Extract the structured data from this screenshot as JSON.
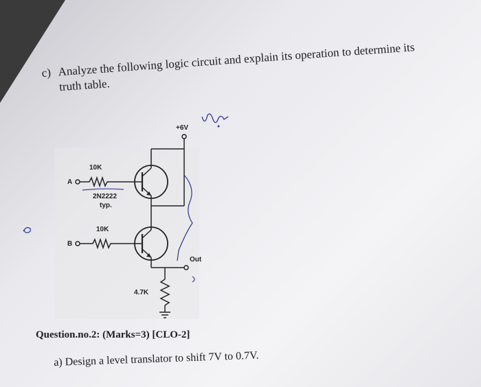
{
  "question_c": {
    "marker": "c)",
    "text_line1": "Analyze the following logic circuit and explain its operation to determine its",
    "text_line2": "truth table."
  },
  "circuit": {
    "supply_label": "+6V",
    "input_a": "A",
    "input_b": "B",
    "r_a": "10K",
    "r_b": "10K",
    "transistor_part": "2N2222",
    "transistor_note": "typ.",
    "output_label": "Out",
    "r_load": "4.7K"
  },
  "question2": {
    "heading": "Question.no.2: (Marks=3) [CLO-2]",
    "part_a": "a)  Design a level translator to shift 7V to 0.7V."
  }
}
